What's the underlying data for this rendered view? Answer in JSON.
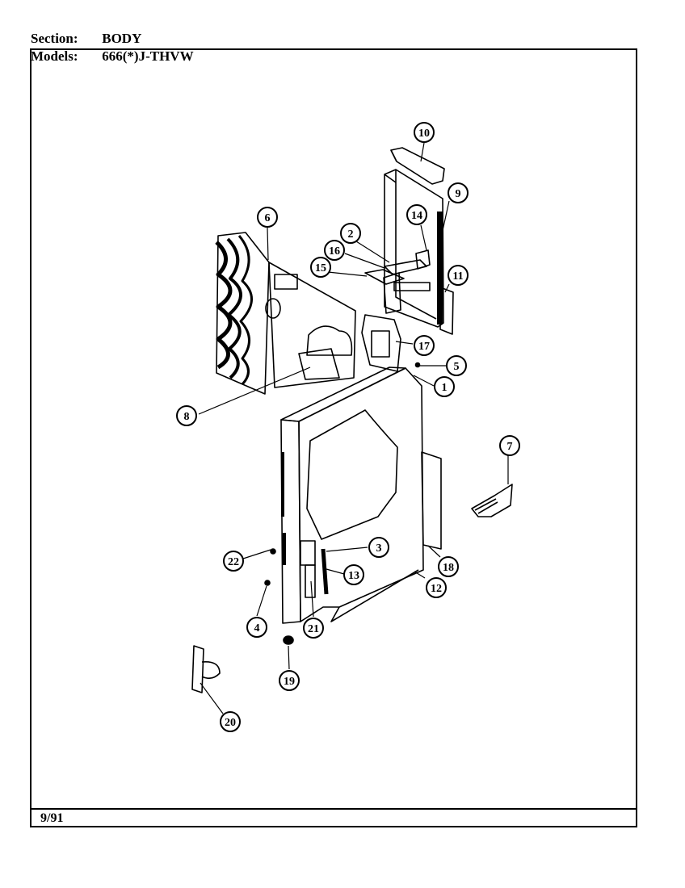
{
  "header": {
    "section_label": "Section:",
    "section_value": "BODY",
    "models_label": "Models:",
    "models_value": "666(*)J-THVW"
  },
  "footer": {
    "date": "9/91"
  },
  "callouts": [
    "10",
    "9",
    "14",
    "6",
    "2",
    "16",
    "15",
    "11",
    "17",
    "5",
    "1",
    "8",
    "7",
    "3",
    "22",
    "13",
    "18",
    "12",
    "4",
    "21",
    "19",
    "20"
  ]
}
